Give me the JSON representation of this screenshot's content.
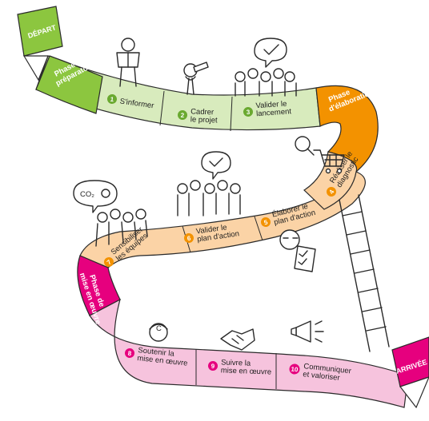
{
  "flags": {
    "start": "DÉPART",
    "end": "ARRIVÉE"
  },
  "phases": [
    {
      "label_lines": [
        "Phase",
        "préparatoire"
      ],
      "color": "#8cc63f"
    },
    {
      "label_lines": [
        "Phase",
        "d'élaboration"
      ],
      "color": "#f39200"
    },
    {
      "label_lines": [
        "Phase de",
        "mise en œuvre"
      ],
      "color": "#e6007e"
    }
  ],
  "steps": [
    {
      "number": "1",
      "lines": [
        "S'informer"
      ],
      "color": "#6aa930"
    },
    {
      "number": "2",
      "lines": [
        "Cadrer",
        "le projet"
      ],
      "color": "#6aa930"
    },
    {
      "number": "3",
      "lines": [
        "Valider le",
        "lancement"
      ],
      "color": "#6aa930"
    },
    {
      "number": "4",
      "lines": [
        "Réaliser le",
        "diagnostic"
      ],
      "color": "#f39200"
    },
    {
      "number": "5",
      "lines": [
        "Élaborer le",
        "plan d'action"
      ],
      "color": "#f39200"
    },
    {
      "number": "6",
      "lines": [
        "Valider le",
        "plan d'action"
      ],
      "color": "#f39200"
    },
    {
      "number": "7",
      "lines": [
        "Sensibiliser",
        "les équipes"
      ],
      "color": "#f39200"
    },
    {
      "number": "8",
      "lines": [
        "Soutenir la",
        "mise en œuvre"
      ],
      "color": "#e6007e"
    },
    {
      "number": "9",
      "lines": [
        "Suivre la",
        "mise en œuvre"
      ],
      "color": "#e6007e"
    },
    {
      "number": "10",
      "lines": [
        "Communiquer",
        "et valoriser"
      ],
      "color": "#e6007e"
    }
  ],
  "bubble_text": "CO₂",
  "colors": {
    "green_band": "#d8ebbd",
    "orange_band": "#fbd3a6",
    "pink_band": "#f6c3dd",
    "outline": "#2a2a2a"
  }
}
